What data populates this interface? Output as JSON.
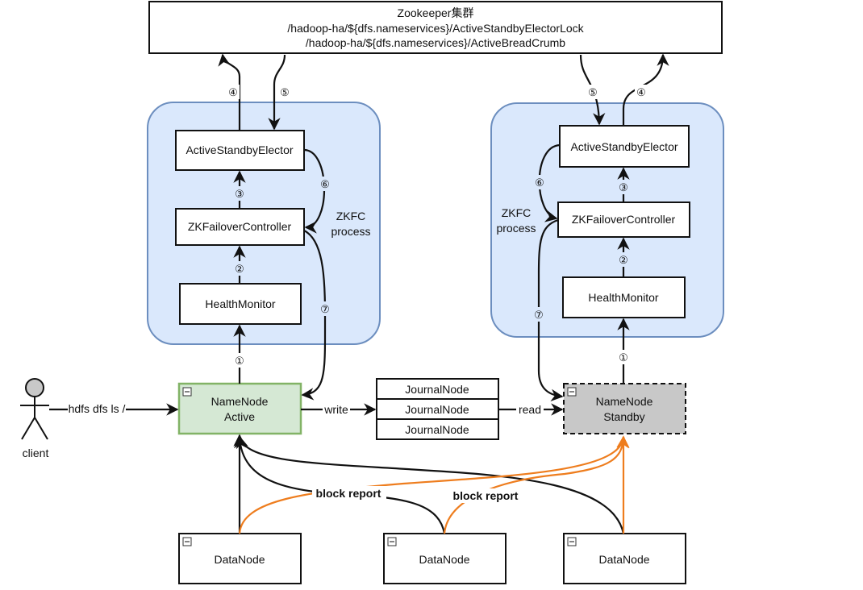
{
  "zookeeper": {
    "title": "Zookeeper集群",
    "lock_path": "/hadoop-ha/${dfs.nameservices}/ActiveStandbyElectorLock",
    "breadcrumb_path": "/hadoop-ha/${dfs.nameservices}/ActiveBreadCrumb"
  },
  "zkfc_left": {
    "elector": "ActiveStandbyElector",
    "controller": "ZKFailoverController",
    "monitor": "HealthMonitor",
    "process_label_1": "ZKFC",
    "process_label_2": "process"
  },
  "zkfc_right": {
    "elector": "ActiveStandbyElector",
    "controller": "ZKFailoverController",
    "monitor": "HealthMonitor",
    "process_label_1": "ZKFC",
    "process_label_2": "process"
  },
  "namenode_active": {
    "line1": "NameNode",
    "line2": "Active"
  },
  "namenode_standby": {
    "line1": "NameNode",
    "line2": "Standby"
  },
  "journal_nodes": [
    "JournalNode",
    "JournalNode",
    "JournalNode"
  ],
  "data_nodes": [
    "DataNode",
    "DataNode",
    "DataNode"
  ],
  "client": {
    "label": "client",
    "command": "hdfs dfs ls /"
  },
  "edge_labels": {
    "write": "write",
    "read": "read",
    "block_report": "block report"
  },
  "steps": {
    "s1": "①",
    "s2": "②",
    "s3": "③",
    "s4": "④",
    "s5": "⑤",
    "s6": "⑥",
    "s7": "⑦"
  },
  "colors": {
    "zkfc_fill": "#dae8fc",
    "zkfc_stroke": "#6c8ebf",
    "active_fill": "#d5e8d4",
    "active_stroke": "#82b366",
    "standby_fill": "#c8c8c8",
    "orange": "#ee7d1e"
  }
}
